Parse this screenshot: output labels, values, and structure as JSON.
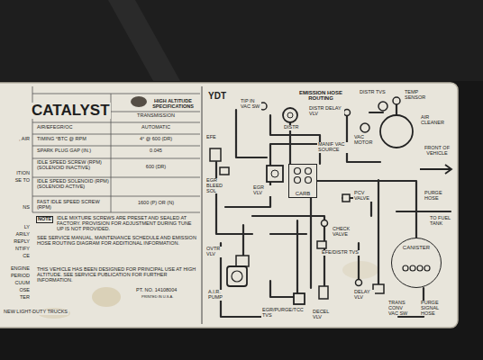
{
  "diagram": {
    "nodes": [
      {
        "text": [
          "CARB"
        ]
      },
      {
        "text": [
          "CANISTER"
        ]
      }
    ],
    "edges": [
      {
        "from": 0,
        "to": 1,
        "arrow": "none"
      }
    ],
    "labels": [
      "CATALYST",
      "AIR/EFEGR/OC",
      "HIGH ALTITUDE SPECIFICATIONS",
      "TRANSMISSION",
      "AUTOMATIC",
      "TIMING °BTC @ RPM",
      "4° @ 600 (DR)",
      "SPARK PLUG GAP (IN.)",
      "0.045",
      "IDLE SPEED SCREW (RPM) (SOLENOID INACTIVE)",
      "600 (DR)",
      "IDLE SPEED SOLENOID (RPM) (SOLENOID ACTIVE)",
      "FAST IDLE SPEED SCREW (RPM)",
      "1600 (P) OR (N)",
      "NOTE",
      "IDLE MIXTURE SCREWS ARE PRESET AND SEALED AT FACTORY. PROVISION FOR ADJUSTMENT DURING TUNE UP IS NOT PROVIDED.",
      "SEE SERVICE MANUAL, MAINTENANCE SCHEDULE AND EMISSION HOSE ROUTING DIAGRAM FOR ADDITIONAL INFORMATION.",
      "THIS VEHICLE HAS BEEN DESIGNED FOR PRINCIPAL USE AT HIGH ALTITUDE. SEE SERVICE PUBLICATION FOR FURTHER INFORMATION.",
      "PT. NO. 14108004",
      "PRINTED IN U.S.A.",
      "NEW LIGHT-DUTY TRUCKS",
      ", AIR",
      "ITION",
      "SE TO",
      "NS",
      "LY",
      "ARILY",
      "REPLY",
      "NTIFY",
      "CE",
      "ENGINE",
      "PERIOD",
      "CUUM",
      "OSE",
      "TER",
      "YDT",
      "EMISSION HOSE ROUTING",
      "TIP IN VAC SW",
      "DISTR",
      "DISTR DELAY VLV",
      "DISTR TVS",
      "TEMP SENSOR",
      "AIR CLEANER",
      "FRONT OF VEHICLE",
      "EFE",
      "EGR BLEED SOL",
      "MANIF VAC SOURCE",
      "VAC MOTOR",
      "EGR VLV",
      "PCV VALVE",
      "PURGE HOSE",
      "TO FUEL TANK",
      "CHECK VALVE",
      "EFE/DISTR TVS",
      "OVTR VLV",
      "A.I.R. PUMP",
      "EGR/PURGE/TCC TVS",
      "DELAY VLV",
      "DECEL VLV",
      "TRANS CONV VAC SW",
      "PURGE SIGNAL HOSE"
    ]
  }
}
